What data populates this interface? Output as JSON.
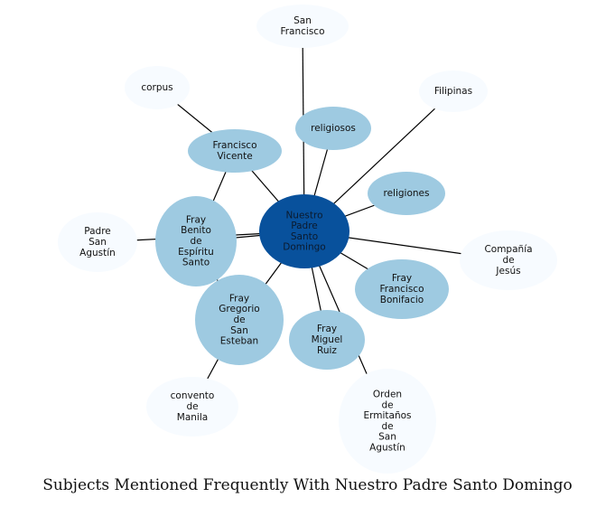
{
  "title": "Subjects Mentioned Frequently With Nuestro Padre Santo Domingo",
  "colors": {
    "center": "#08519c",
    "near": "#9ecae1",
    "far": "#f7fbff",
    "edge": "#000000"
  },
  "center": {
    "id": "nuestro-padre-santo-domingo",
    "lines": [
      "Nuestro",
      "Padre",
      "Santo",
      "Domingo"
    ]
  },
  "nodes": [
    {
      "id": "san-francisco",
      "lines": [
        "San",
        "Francisco"
      ],
      "tier": "far"
    },
    {
      "id": "corpus",
      "lines": [
        "corpus"
      ],
      "tier": "far"
    },
    {
      "id": "filipinas",
      "lines": [
        "Filipinas"
      ],
      "tier": "far"
    },
    {
      "id": "religiosos",
      "lines": [
        "religiosos"
      ],
      "tier": "near"
    },
    {
      "id": "francisco-vicente",
      "lines": [
        "Francisco",
        "Vicente"
      ],
      "tier": "near"
    },
    {
      "id": "religiones",
      "lines": [
        "religiones"
      ],
      "tier": "near"
    },
    {
      "id": "padre-san-agustin",
      "lines": [
        "Padre",
        "San",
        "Agustín"
      ],
      "tier": "far"
    },
    {
      "id": "fray-benito",
      "lines": [
        "Fray",
        "Benito",
        "de",
        "Espíritu",
        "Santo"
      ],
      "tier": "near"
    },
    {
      "id": "compania-de-jesus",
      "lines": [
        "Compañía",
        "de",
        "Jesús"
      ],
      "tier": "far"
    },
    {
      "id": "fray-francisco-bonifacio",
      "lines": [
        "Fray",
        "Francisco",
        "Bonifacio"
      ],
      "tier": "near"
    },
    {
      "id": "fray-gregorio",
      "lines": [
        "Fray",
        "Gregorio",
        "de",
        "San",
        "Esteban"
      ],
      "tier": "near"
    },
    {
      "id": "fray-miguel-ruiz",
      "lines": [
        "Fray",
        "Miguel",
        "Ruiz"
      ],
      "tier": "near"
    },
    {
      "id": "convento-de-manila",
      "lines": [
        "convento",
        "de",
        "Manila"
      ],
      "tier": "far"
    },
    {
      "id": "orden-ermitanos",
      "lines": [
        "Orden",
        "de",
        "Ermitaños",
        "de",
        "San",
        "Agustín"
      ],
      "tier": "far"
    }
  ],
  "edges": [
    [
      "nuestro-padre-santo-domingo",
      "san-francisco"
    ],
    [
      "nuestro-padre-santo-domingo",
      "filipinas"
    ],
    [
      "nuestro-padre-santo-domingo",
      "religiosos"
    ],
    [
      "nuestro-padre-santo-domingo",
      "francisco-vicente"
    ],
    [
      "nuestro-padre-santo-domingo",
      "religiones"
    ],
    [
      "nuestro-padre-santo-domingo",
      "padre-san-agustin"
    ],
    [
      "nuestro-padre-santo-domingo",
      "fray-benito"
    ],
    [
      "nuestro-padre-santo-domingo",
      "compania-de-jesus"
    ],
    [
      "nuestro-padre-santo-domingo",
      "fray-francisco-bonifacio"
    ],
    [
      "nuestro-padre-santo-domingo",
      "fray-gregorio"
    ],
    [
      "nuestro-padre-santo-domingo",
      "fray-miguel-ruiz"
    ],
    [
      "nuestro-padre-santo-domingo",
      "orden-ermitanos"
    ],
    [
      "francisco-vicente",
      "corpus"
    ],
    [
      "francisco-vicente",
      "fray-benito"
    ],
    [
      "fray-gregorio",
      "convento-de-manila"
    ],
    [
      "fray-gregorio",
      "fray-benito"
    ]
  ]
}
